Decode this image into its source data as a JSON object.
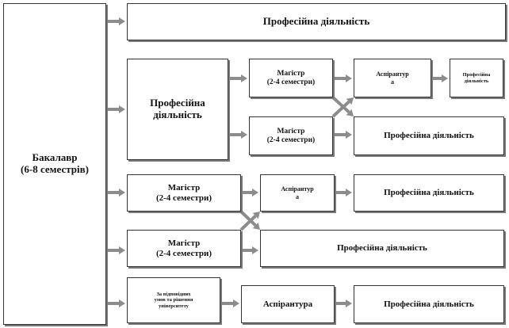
{
  "colors": {
    "arrow": "#8c8c8c",
    "border": "#333333",
    "shadow": "#7a7a7a"
  },
  "nodes": {
    "bachelor": "Бакалавр\n(6-8 семестрів)",
    "prof_top": "Професійна діяльність",
    "prof_mid": "Професійна\nдіяльність",
    "magister_1": "Магістр\n(2-4 семестри)",
    "aspirantura_1": "Аспірантур\nа",
    "prof_small": "Професійна\nдіяльність",
    "magister_2": "Магістр\n(2-4 семестри)",
    "prof_r2": "Професійна діяльність",
    "magister_3": "Магістр\n(2-4 семестри)",
    "aspirantura_2": "Аспірантур\nа",
    "prof_r3": "Професійна діяльність",
    "magister_4": "Магістр\n(2-4 семестри)",
    "prof_r4": "Професійна діяльність",
    "by_rules": "За відповідних\nумов та рішення\nуніверситету",
    "aspirantura_3": "Аспірантура",
    "prof_r5": "Професійна діяльність"
  }
}
